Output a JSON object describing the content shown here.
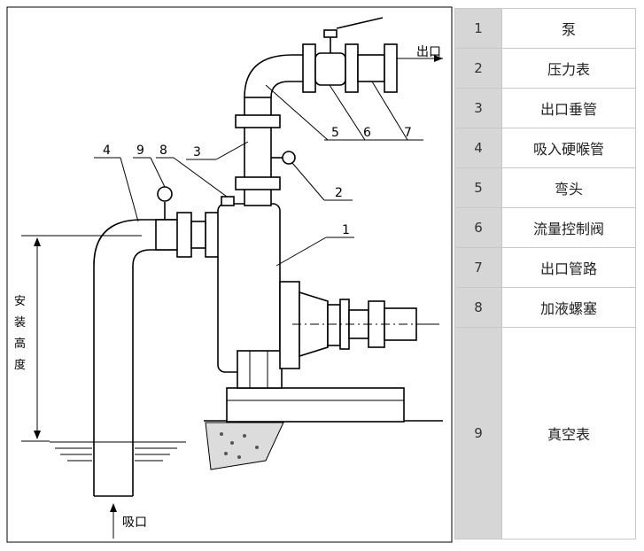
{
  "diagram": {
    "callouts": [
      "1",
      "2",
      "3",
      "4",
      "5",
      "6",
      "7",
      "8",
      "9"
    ],
    "outlet_label": "出口",
    "suction_label": "吸口",
    "height_label": [
      "安",
      "装",
      "高",
      "度"
    ]
  },
  "legend": [
    {
      "num": "1",
      "name": "泵"
    },
    {
      "num": "2",
      "name": "压力表"
    },
    {
      "num": "3",
      "name": "出口垂管"
    },
    {
      "num": "4",
      "name": "吸入硬喉管"
    },
    {
      "num": "5",
      "name": "弯头"
    },
    {
      "num": "6",
      "name": "流量控制阀"
    },
    {
      "num": "7",
      "name": "出口管路"
    },
    {
      "num": "8",
      "name": "加液螺塞"
    },
    {
      "num": "9",
      "name": "真空表"
    }
  ]
}
